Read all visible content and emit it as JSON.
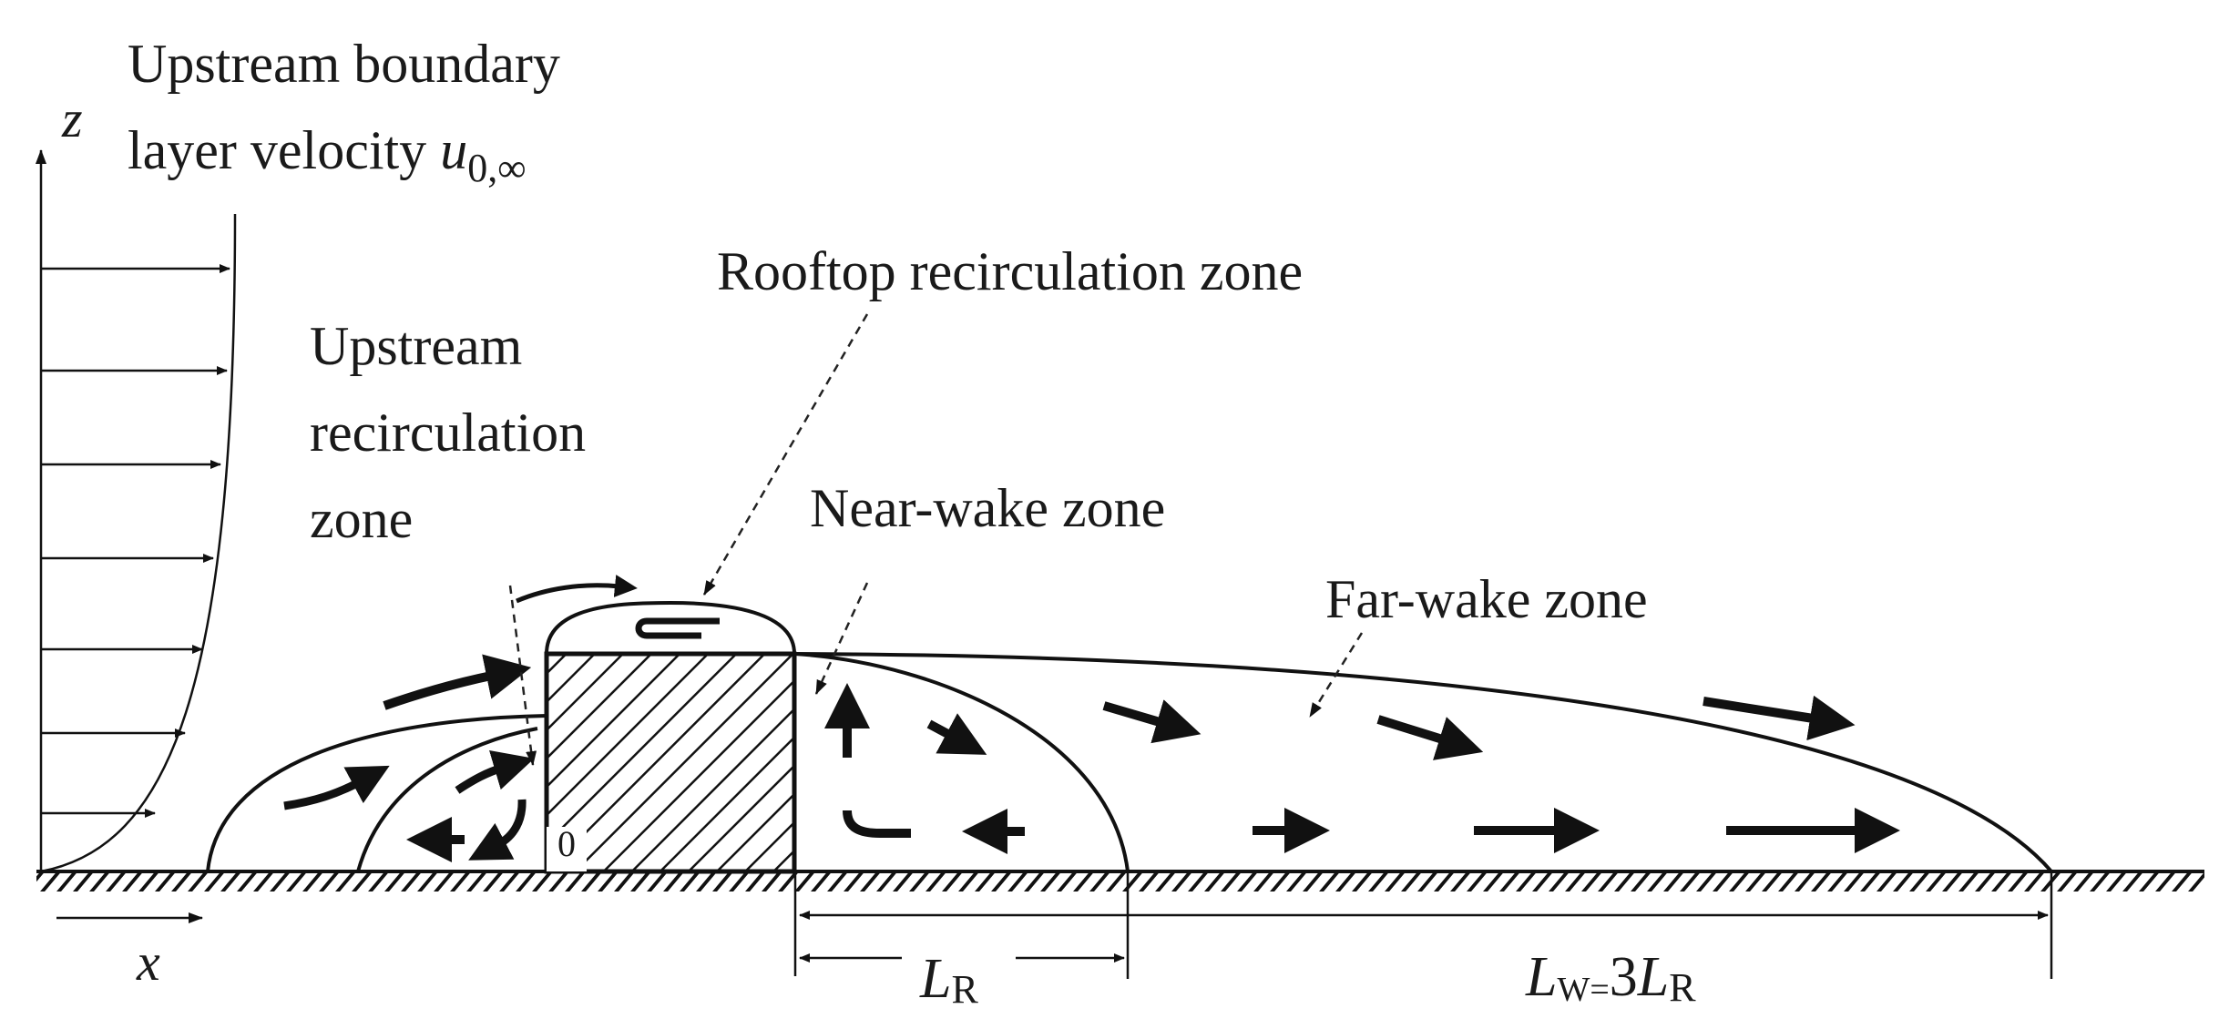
{
  "labels": {
    "upstream_bl_line1": "Upstream boundary",
    "upstream_bl_line2": "layer velocity",
    "u_symbol": "u",
    "u_subscript": "0,∞",
    "z_axis": "z",
    "x_axis": "x",
    "rooftop": "Rooftop recirculation zone",
    "upstream_rz_line1": "Upstream",
    "upstream_rz_line2": "recirculation",
    "upstream_rz_line3": "zone",
    "near_wake": "Near-wake zone",
    "far_wake": "Far-wake zone",
    "origin": "0",
    "lr_main": "L",
    "lr_sub": "R",
    "lw_main": "L",
    "lw_sub": "W=",
    "lw_num": "3",
    "lw_l": "L",
    "lw_sub2": "R"
  },
  "colors": {
    "ink": "#111111",
    "background": "#ffffff"
  }
}
